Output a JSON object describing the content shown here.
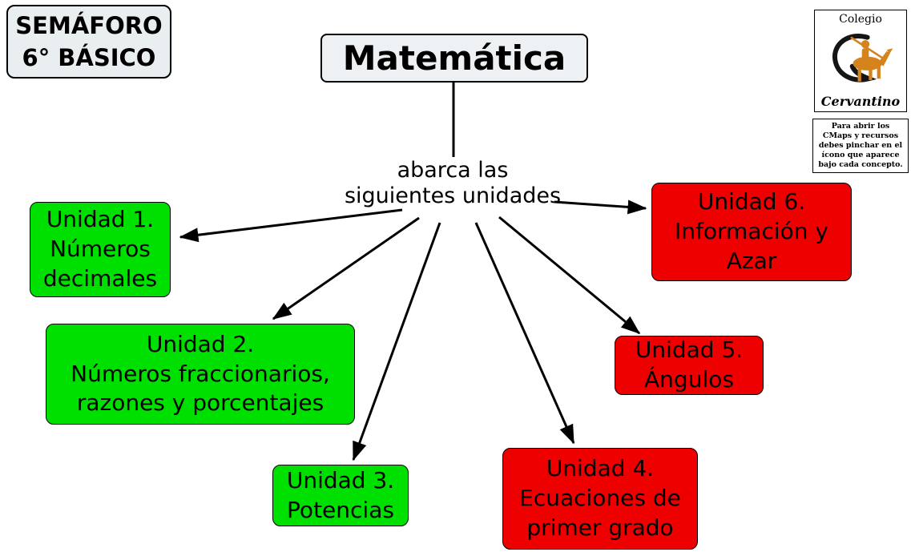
{
  "badge": {
    "text": "SEMÁFORO\n6° BÁSICO"
  },
  "title": "Matemática",
  "logo": {
    "top": "Colegio",
    "name": "Cervantino",
    "icon": "quijote-horse-icon",
    "accent_color": "#d5831c"
  },
  "note": "Para abrir los\nCMaps y  recursos\ndebes pinchar en el\nícono que aparece\nbajo cada concepto.",
  "hub": {
    "label": "abarca las\nsiguientes unidades"
  },
  "colors": {
    "done_green": "#00e000",
    "pending_red": "#ee0000",
    "line_black": "#000000"
  },
  "units": [
    {
      "label": "Unidad 1.\nNúmeros\ndecimales",
      "color": "#00e000"
    },
    {
      "label": "Unidad 2.\nNúmeros fraccionarios,\nrazones y porcentajes",
      "color": "#00e000"
    },
    {
      "label": "Unidad 3.\nPotencias",
      "color": "#00e000"
    },
    {
      "label": "Unidad 4.\nEcuaciones de\nprimer grado",
      "color": "#ee0000"
    },
    {
      "label": "Unidad 5.\nÁngulos",
      "color": "#ee0000"
    },
    {
      "label": "Unidad 6.\nInformación y\nAzar",
      "color": "#ee0000"
    }
  ]
}
